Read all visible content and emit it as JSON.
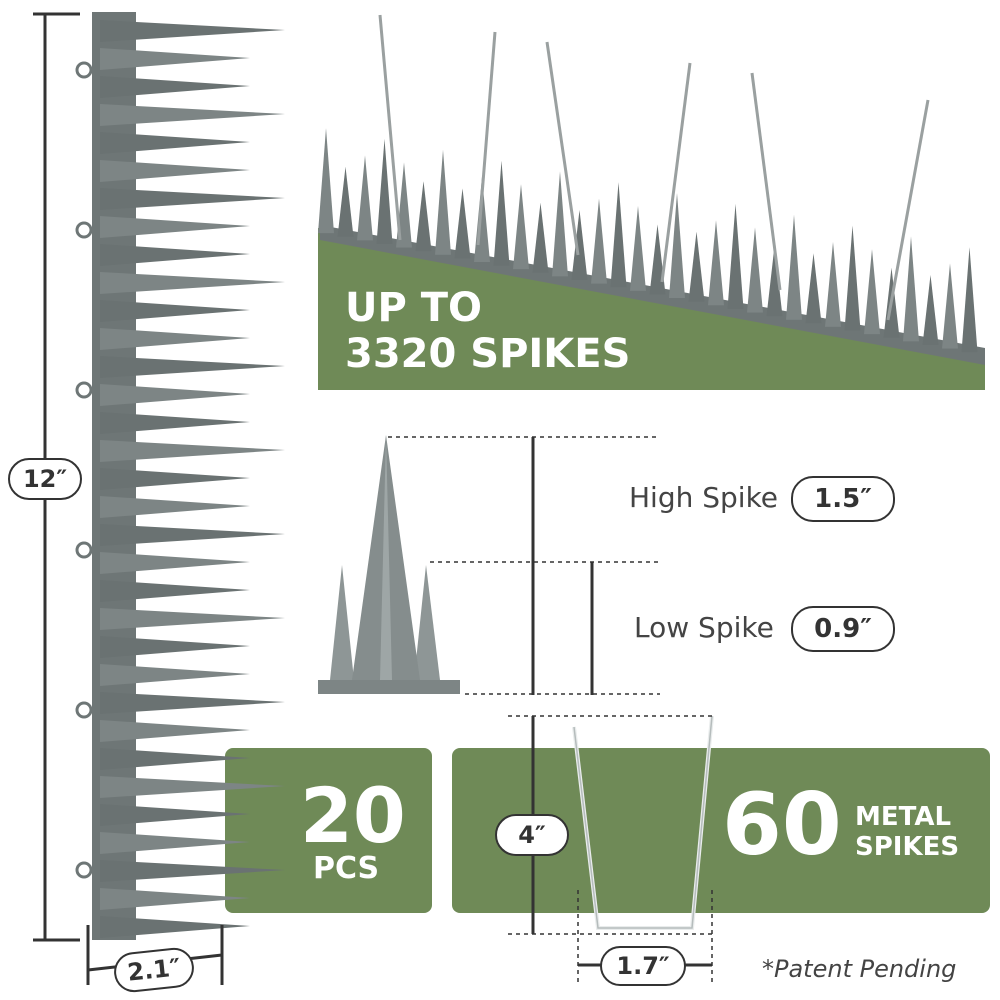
{
  "headline": {
    "line1": "UP TO",
    "line2": "3320 SPIKES"
  },
  "pieces": {
    "count": "20",
    "unit": "PCS"
  },
  "metal": {
    "count": "60",
    "line1": "METAL",
    "line2": "SPIKES"
  },
  "dimensions": {
    "length": "12″",
    "width": "2.1″",
    "metal_height": "4″",
    "metal_width": "1.7″"
  },
  "spike_heights": {
    "high_label": "High Spike",
    "high_value": "1.5″",
    "low_label": "Low Spike",
    "low_value": "0.9″"
  },
  "footnote": "*Patent Pending",
  "colors": {
    "panel": "#6f8a57",
    "spike": "#7d8585",
    "spike_dark": "#5e6565",
    "line": "#333333"
  }
}
